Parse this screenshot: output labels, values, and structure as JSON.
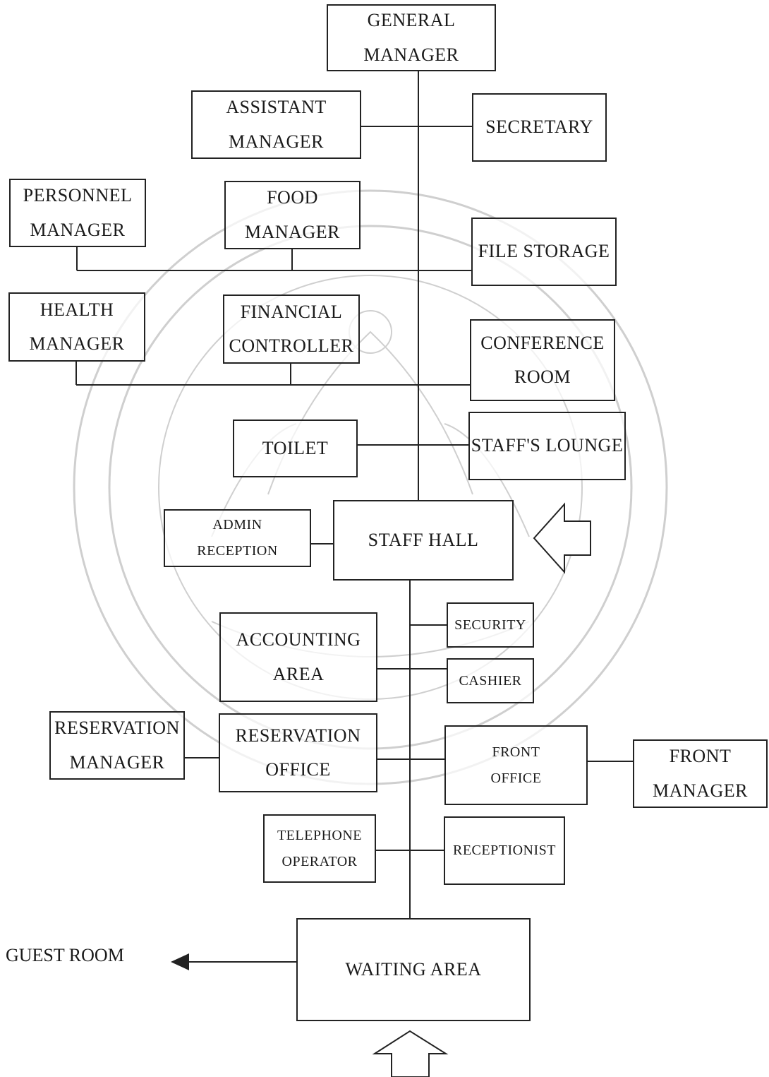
{
  "diagram": {
    "boxes": {
      "general_manager": [
        "GENERAL",
        "MANAGER"
      ],
      "assistant_manager": [
        "ASSISTANT",
        "MANAGER"
      ],
      "secretary": [
        "SECRETARY"
      ],
      "personnel_manager": [
        "PERSONNEL",
        "MANAGER"
      ],
      "food_manager": [
        "FOOD",
        "MANAGER"
      ],
      "file_storage": [
        "FILE STORAGE"
      ],
      "health_manager": [
        "HEALTH",
        "MANAGER"
      ],
      "financial_controller": [
        "FINANCIAL",
        "CONTROLLER"
      ],
      "conference_room": [
        "CONFERENCE",
        "ROOM"
      ],
      "toilet": [
        "TOILET"
      ],
      "staffs_lounge": [
        "STAFF'S LOUNGE"
      ],
      "admin_reception": [
        "ADMIN",
        "RECEPTION"
      ],
      "staff_hall": [
        "STAFF HALL"
      ],
      "security": [
        "SECURITY"
      ],
      "cashier": [
        "CASHIER"
      ],
      "accounting_area": [
        "ACCOUNTING",
        "AREA"
      ],
      "reservation_manager": [
        "RESERVATION",
        "MANAGER"
      ],
      "reservation_office": [
        "RESERVATION",
        "OFFICE"
      ],
      "front_office": [
        "FRONT",
        "OFFICE"
      ],
      "front_manager": [
        "FRONT",
        "MANAGER"
      ],
      "telephone_operator": [
        "TELEPHONE",
        "OPERATOR"
      ],
      "receptionist": [
        "RECEPTIONIST"
      ],
      "waiting_area": [
        "WAITING AREA"
      ]
    },
    "guest_room_label": "GUEST ROOM"
  },
  "colors": {
    "ink": "#222222",
    "watermark": "#c9c9c9"
  }
}
